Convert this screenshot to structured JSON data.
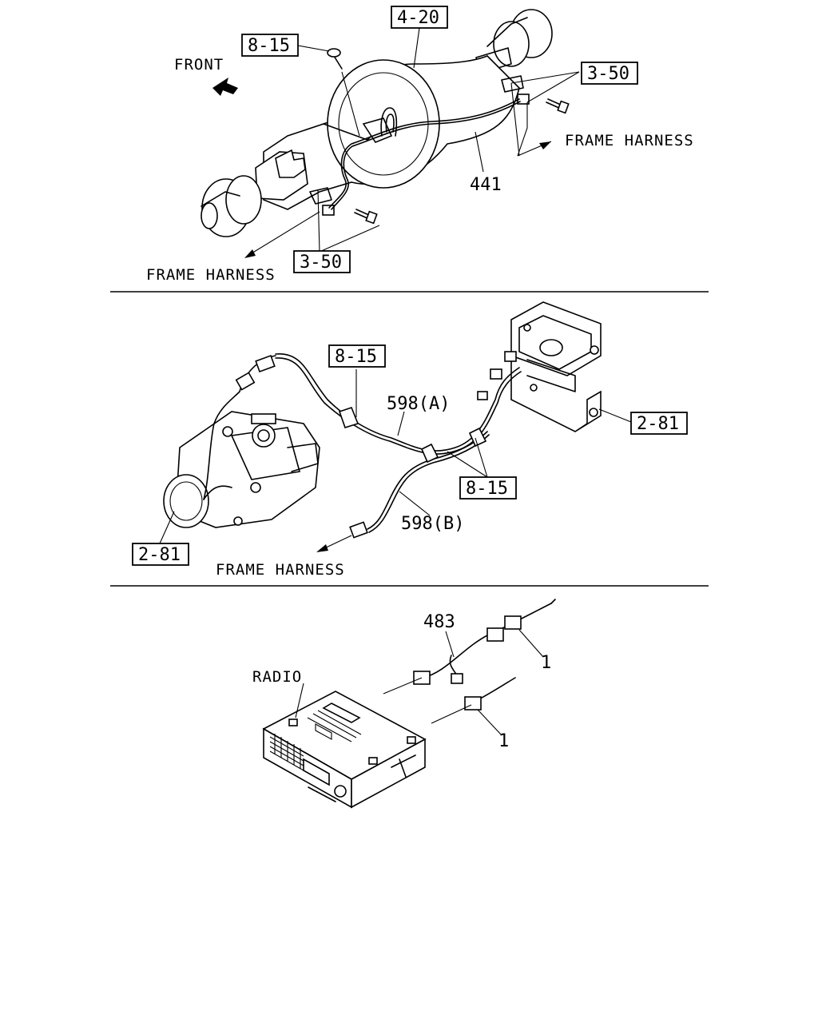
{
  "section_axle": {
    "front_label": "FRONT",
    "frame_harness_right": "FRAME HARNESS",
    "frame_harness_left": "FRAME HARNESS",
    "ref_4_20": "4-20",
    "ref_8_15": "8-15",
    "ref_3_50_top": "3-50",
    "ref_3_50_bottom": "3-50",
    "part_441": "441"
  },
  "section_pump": {
    "ref_8_15_top": "8-15",
    "ref_8_15_bottom": "8-15",
    "ref_2_81_right": "2-81",
    "ref_2_81_left": "2-81",
    "part_598a": "598(A)",
    "part_598b": "598(B)",
    "frame_harness": "FRAME HARNESS"
  },
  "section_radio": {
    "radio_label": "RADIO",
    "part_483": "483",
    "part_1_top": "1",
    "part_1_bottom": "1"
  }
}
